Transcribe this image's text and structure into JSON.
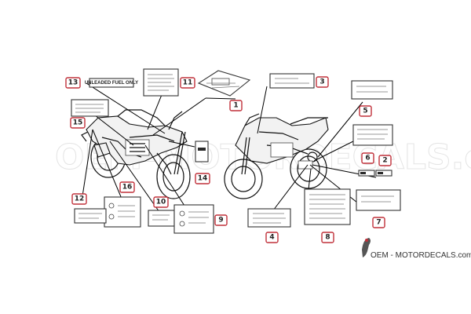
{
  "brand": {
    "text": "OEM - MOTORDECALS.com"
  },
  "watermark": {
    "text": "OEM-MOTORDECALS.com"
  },
  "fuel_label": {
    "text": "UNLEADED FUEL ONLY"
  },
  "callouts": [
    {
      "number": "1"
    },
    {
      "number": "2"
    },
    {
      "number": "3"
    },
    {
      "number": "4"
    },
    {
      "number": "5"
    },
    {
      "number": "6"
    },
    {
      "number": "7"
    },
    {
      "number": "8"
    },
    {
      "number": "9"
    },
    {
      "number": "10"
    },
    {
      "number": "11"
    },
    {
      "number": "12"
    },
    {
      "number": "13"
    },
    {
      "number": "14"
    },
    {
      "number": "15"
    },
    {
      "number": "16"
    }
  ],
  "colors": {
    "callout_border": "#c0303a",
    "line": "#000000",
    "watermark": "#e4e4e4"
  }
}
